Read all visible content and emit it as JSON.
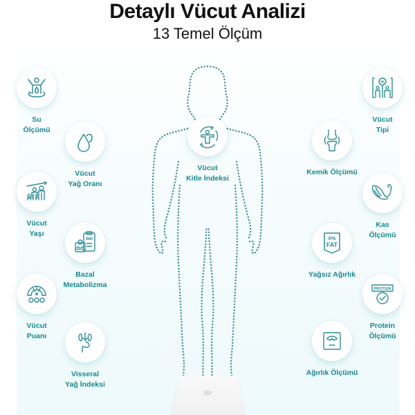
{
  "header": {
    "title": "Detaylı Vücut Analizi",
    "subtitle": "13 Temel Ölçüm"
  },
  "colors": {
    "accent": "#17888f",
    "icon_stroke": "#2a8f96",
    "dots": "#3a8f96"
  },
  "metrics": [
    {
      "id": "su",
      "label": "Su\nÖlçümü",
      "icon": "water-body-icon"
    },
    {
      "id": "yag",
      "label": "Vücut\nYağ Oranı",
      "icon": "fat-drop-icon"
    },
    {
      "id": "yas",
      "label": "Vücut\nYaşı",
      "icon": "body-age-icon"
    },
    {
      "id": "bazal",
      "label": "Bazal\nMetabolizma",
      "icon": "bmi-clipboard-icon"
    },
    {
      "id": "puan",
      "label": "Vücut\nPuanı",
      "icon": "gauge-icon"
    },
    {
      "id": "visseral",
      "label": "Visseral\nYağ İndeksi",
      "icon": "organs-icon"
    },
    {
      "id": "kitle",
      "label": "Vücut\nKitle İndeksi",
      "icon": "bmi-body-icon"
    },
    {
      "id": "tipi",
      "label": "Vücut\nTipi",
      "icon": "body-type-icon"
    },
    {
      "id": "kemik",
      "label": "Kemik Ölçümü",
      "icon": "bone-joint-icon"
    },
    {
      "id": "kas",
      "label": "Kas\nÖlçümü",
      "icon": "muscle-arm-icon"
    },
    {
      "id": "yagsiz",
      "label": "Yağsız Ağırlık",
      "icon": "zero-fat-icon"
    },
    {
      "id": "protein",
      "label": "Protein\nÖlçümü",
      "icon": "protein-check-icon"
    },
    {
      "id": "agirlik",
      "label": "Ağırlık Ölçümü",
      "icon": "weight-scale-icon"
    }
  ],
  "icon_text": {
    "bmi": "BMI",
    "zero": "0%",
    "fat": "FAT",
    "protein": "PROTEIN",
    "percent": "%"
  }
}
